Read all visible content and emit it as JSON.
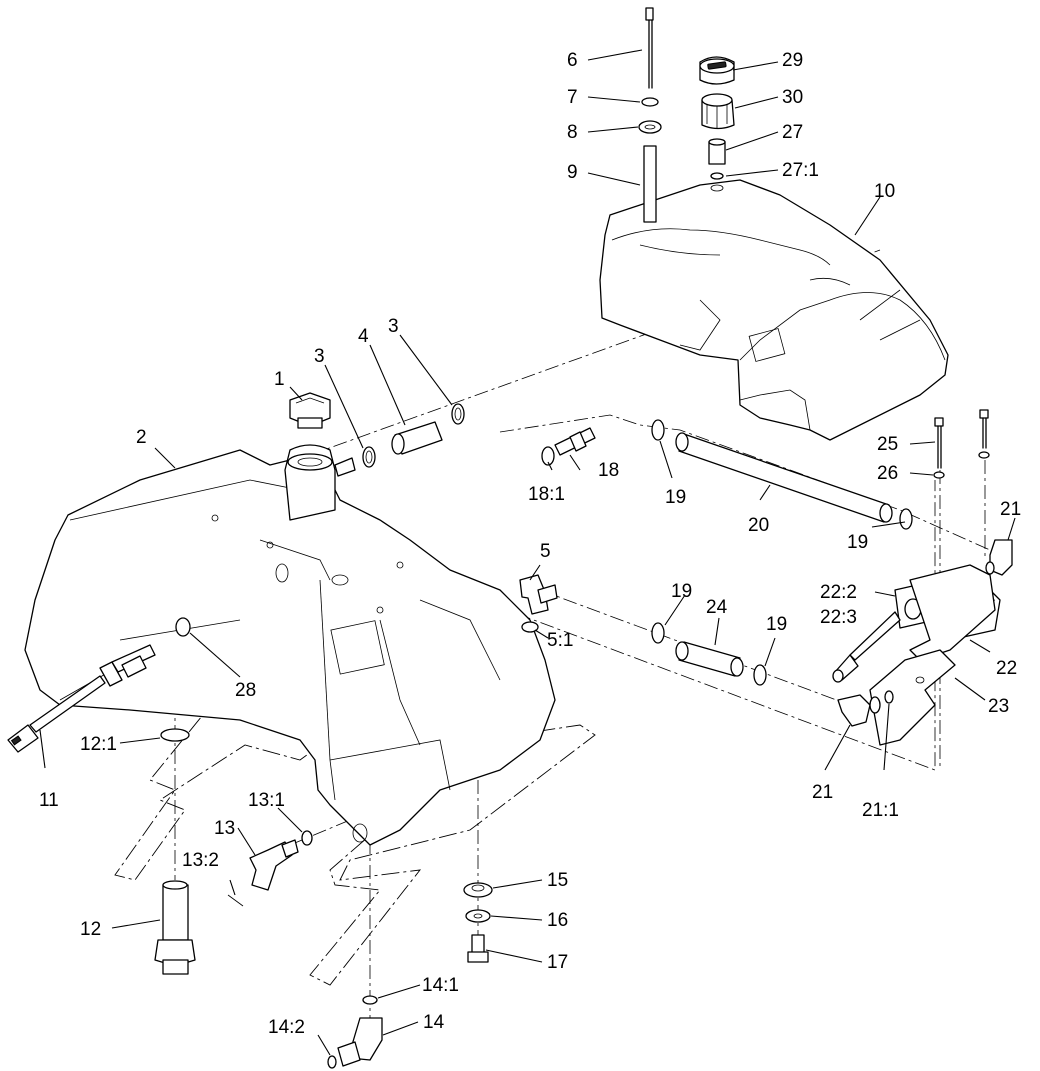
{
  "callouts": [
    {
      "id": "c1",
      "text": "1"
    },
    {
      "id": "c2",
      "text": "2"
    },
    {
      "id": "c3a",
      "text": "3"
    },
    {
      "id": "c3b",
      "text": "3"
    },
    {
      "id": "c4",
      "text": "4"
    },
    {
      "id": "c5",
      "text": "5"
    },
    {
      "id": "c5_1",
      "text": "5:1"
    },
    {
      "id": "c6",
      "text": "6"
    },
    {
      "id": "c7",
      "text": "7"
    },
    {
      "id": "c8",
      "text": "8"
    },
    {
      "id": "c9",
      "text": "9"
    },
    {
      "id": "c10",
      "text": "10"
    },
    {
      "id": "c11",
      "text": "11"
    },
    {
      "id": "c12",
      "text": "12"
    },
    {
      "id": "c12_1",
      "text": "12:1"
    },
    {
      "id": "c13",
      "text": "13"
    },
    {
      "id": "c13_1",
      "text": "13:1"
    },
    {
      "id": "c13_2",
      "text": "13:2"
    },
    {
      "id": "c14",
      "text": "14"
    },
    {
      "id": "c14_1",
      "text": "14:1"
    },
    {
      "id": "c14_2",
      "text": "14:2"
    },
    {
      "id": "c15",
      "text": "15"
    },
    {
      "id": "c16",
      "text": "16"
    },
    {
      "id": "c17",
      "text": "17"
    },
    {
      "id": "c18",
      "text": "18"
    },
    {
      "id": "c18_1",
      "text": "18:1"
    },
    {
      "id": "c19a",
      "text": "19"
    },
    {
      "id": "c19b",
      "text": "19"
    },
    {
      "id": "c19c",
      "text": "19"
    },
    {
      "id": "c19d",
      "text": "19"
    },
    {
      "id": "c20",
      "text": "20"
    },
    {
      "id": "c21a",
      "text": "21"
    },
    {
      "id": "c21b",
      "text": "21"
    },
    {
      "id": "c21_1",
      "text": "21:1"
    },
    {
      "id": "c22",
      "text": "22"
    },
    {
      "id": "c22_2",
      "text": "22:2"
    },
    {
      "id": "c22_3",
      "text": "22:3"
    },
    {
      "id": "c23",
      "text": "23"
    },
    {
      "id": "c24",
      "text": "24"
    },
    {
      "id": "c25",
      "text": "25"
    },
    {
      "id": "c26",
      "text": "26"
    },
    {
      "id": "c27",
      "text": "27"
    },
    {
      "id": "c27_1",
      "text": "27:1"
    },
    {
      "id": "c28",
      "text": "28"
    },
    {
      "id": "c29",
      "text": "29"
    },
    {
      "id": "c30",
      "text": "30"
    }
  ]
}
